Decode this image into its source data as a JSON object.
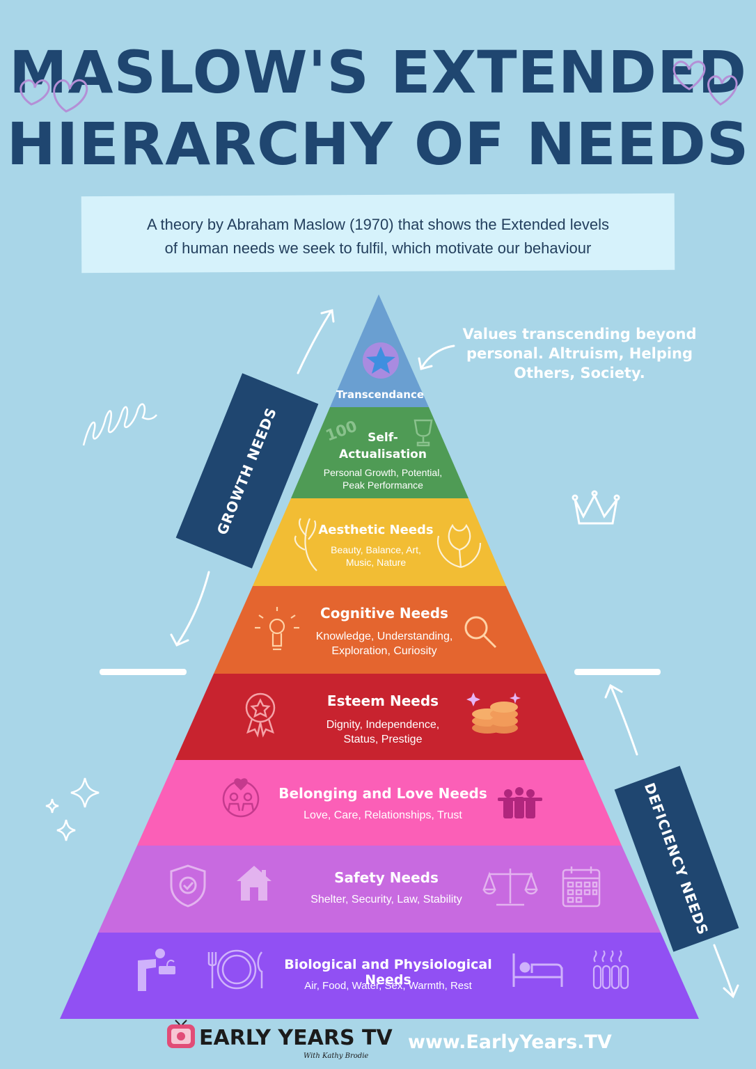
{
  "title": {
    "line1": "MASLOW'S EXTENDED",
    "line2": "HIERARCHY OF NEEDS"
  },
  "subtitle": {
    "line1": "A theory by Abraham Maslow (1970) that shows the Extended levels",
    "line2": "of human needs we seek to fulfil, which motivate our behaviour"
  },
  "side_note": {
    "line1": "Values transcending beyond",
    "line2": "personal. Altruism, Helping",
    "line3": "Others, Society."
  },
  "banners": {
    "growth": "GROWTH NEEDS",
    "deficiency": "DEFICIENCY NEEDS"
  },
  "levels": {
    "transcendance": {
      "title": "Transcendance",
      "color": "#6a9fd1"
    },
    "self_actualisation": {
      "title1": "Self-",
      "title2": "Actualisation",
      "desc1": "Personal Growth, Potential,",
      "desc2": "Peak Performance",
      "color": "#4f9b55"
    },
    "aesthetic": {
      "title": "Aesthetic Needs",
      "desc1": "Beauty, Balance, Art,",
      "desc2": "Music, Nature",
      "color": "#f2bd34"
    },
    "cognitive": {
      "title": "Cognitive Needs",
      "desc1": "Knowledge, Understanding,",
      "desc2": "Exploration, Curiosity",
      "color": "#e4652f"
    },
    "esteem": {
      "title": "Esteem Needs",
      "desc1": "Dignity, Independence,",
      "desc2": "Status, Prestige",
      "color": "#c8232f"
    },
    "belonging": {
      "title": "Belonging and Love Needs",
      "desc": "Love, Care, Relationships, Trust",
      "color": "#fb5fb7"
    },
    "safety": {
      "title": "Safety Needs",
      "desc": "Shelter, Security, Law, Stability",
      "color": "#c86ae0"
    },
    "biological": {
      "title": "Biological and Physiological Needs",
      "desc": "Air, Food, Water, Sex, Warmth, Rest",
      "color": "#9150f3"
    }
  },
  "footer": {
    "brand": "EARLY YEARS TV",
    "brand_sub": "With Kathy Brodie",
    "url": "www.EarlyYears.TV"
  },
  "icons": [
    "heart-outline-icon",
    "star-icon",
    "hundred-icon",
    "trophy-icon",
    "leaf-icon",
    "tulip-icon",
    "lightbulb-icon",
    "magnifier-icon",
    "award-ribbon-icon",
    "coins-icon",
    "family-heart-icon",
    "group-hug-icon",
    "shield-check-icon",
    "house-icon",
    "scales-icon",
    "calendar-icon",
    "drinking-fountain-icon",
    "plate-cutlery-icon",
    "bed-icon",
    "radiator-icon",
    "crown-icon",
    "sparkle-icon",
    "arrow-icon",
    "tv-logo-icon"
  ]
}
